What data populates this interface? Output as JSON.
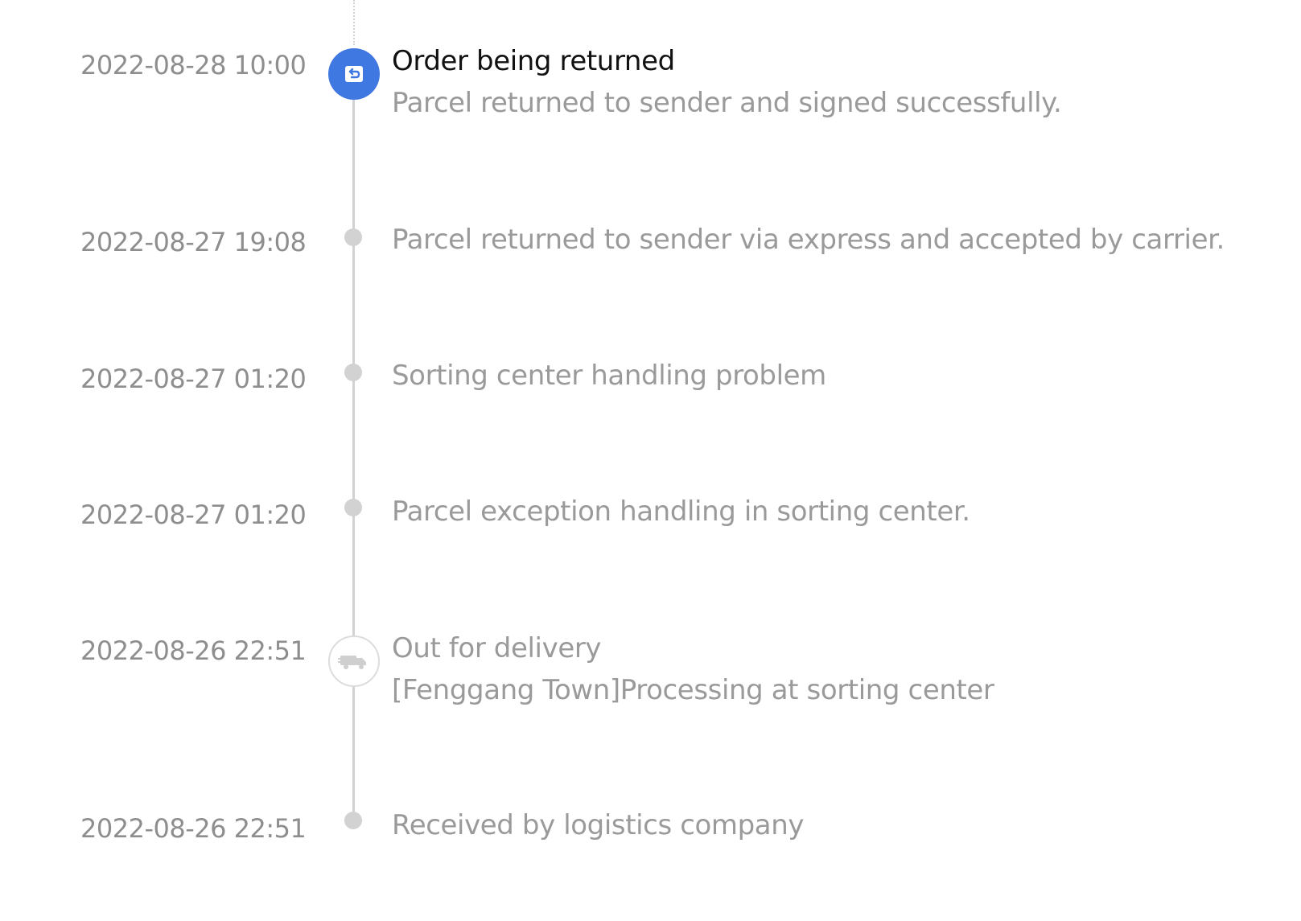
{
  "timeline": {
    "events": [
      {
        "time": "2022-08-28 10:00",
        "title": "Order being returned",
        "description": "Parcel returned to sender and signed successfully.",
        "icon": "return-icon",
        "state": "active",
        "accent_color": "#3f78e0"
      },
      {
        "time": "2022-08-27 19:08",
        "title": "",
        "description": "Parcel returned to sender via express and accepted by carrier."
      },
      {
        "time": "2022-08-27 01:20",
        "title": "",
        "description": "Sorting center handling problem"
      },
      {
        "time": "2022-08-27 01:20",
        "title": "",
        "description": "Parcel exception handling in sorting center."
      },
      {
        "time": "2022-08-26 22:51",
        "title": "Out for delivery",
        "description": "[Fenggang Town]Processing at sorting center",
        "icon": "truck-icon",
        "state": "inactive"
      },
      {
        "time": "2022-08-26 22:51",
        "title": "",
        "description": "Received by logistics company"
      }
    ]
  }
}
